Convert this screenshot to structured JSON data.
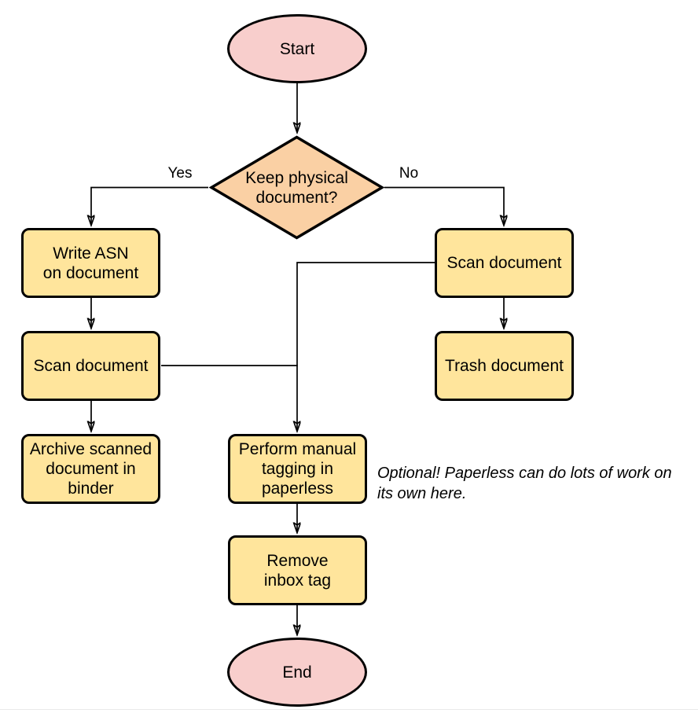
{
  "diagram": {
    "type": "flowchart",
    "colors": {
      "terminal-fill": "#f8cecc",
      "decision-fill": "#fad0a4",
      "process-fill": "#ffe59c",
      "stroke": "#000000",
      "divider": "#e9e9e9"
    },
    "nodes": {
      "start": {
        "shape": "ellipse",
        "label": "Start"
      },
      "decision": {
        "shape": "diamond",
        "label": "Keep physical\ndocument?"
      },
      "write_asn": {
        "shape": "process",
        "label": "Write ASN\non document"
      },
      "scan_doc_left": {
        "shape": "process",
        "label": "Scan document"
      },
      "archive": {
        "shape": "process",
        "label": "Archive scanned\ndocument in\nbinder"
      },
      "scan_doc_right": {
        "shape": "process",
        "label": "Scan document"
      },
      "trash": {
        "shape": "process",
        "label": "Trash document"
      },
      "manual_tagging": {
        "shape": "process",
        "label": "Perform manual\ntagging in\npaperless"
      },
      "remove_inbox_tag": {
        "shape": "process",
        "label": "Remove\ninbox tag"
      },
      "end": {
        "shape": "ellipse",
        "label": "End"
      }
    },
    "edge_labels": {
      "yes": "Yes",
      "no": "No"
    },
    "edges": [
      {
        "from": "start",
        "to": "decision"
      },
      {
        "from": "decision",
        "to": "write_asn",
        "label": "Yes"
      },
      {
        "from": "decision",
        "to": "scan_doc_right",
        "label": "No"
      },
      {
        "from": "write_asn",
        "to": "scan_doc_left"
      },
      {
        "from": "scan_doc_left",
        "to": "archive"
      },
      {
        "from": "scan_doc_left",
        "to": "manual_tagging"
      },
      {
        "from": "scan_doc_right",
        "to": "trash"
      },
      {
        "from": "scan_doc_right",
        "to": "manual_tagging"
      },
      {
        "from": "manual_tagging",
        "to": "remove_inbox_tag"
      },
      {
        "from": "remove_inbox_tag",
        "to": "end"
      }
    ],
    "annotation": "Optional! Paperless can do lots of work on\nits own here."
  }
}
